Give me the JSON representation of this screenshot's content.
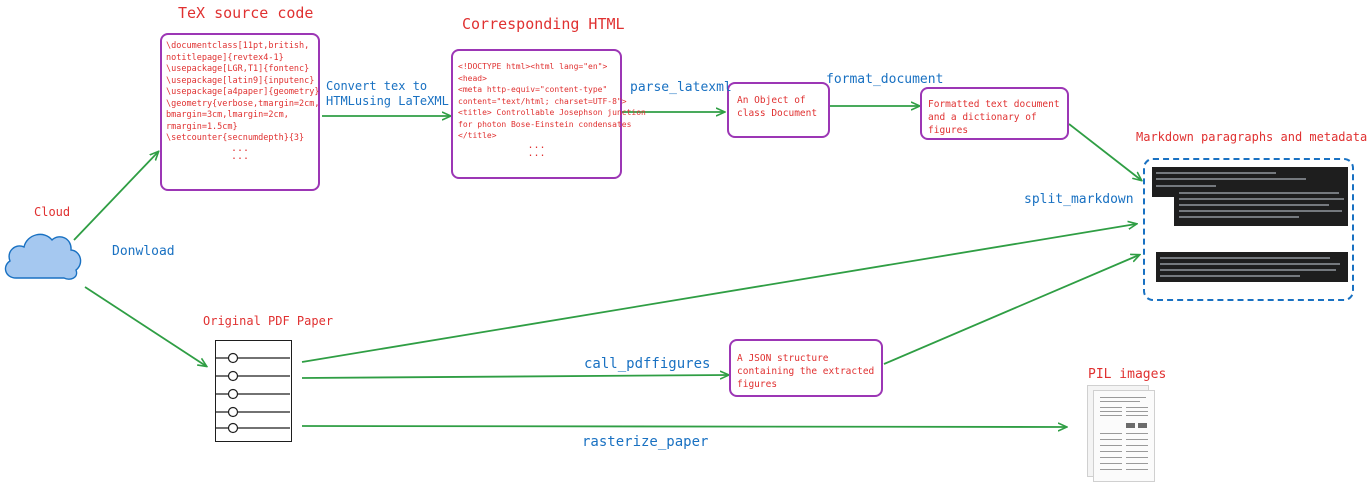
{
  "tex_source": {
    "title": "TeX source code",
    "lines": [
      "\\documentclass[11pt,british,",
      "notitlepage]{revtex4-1}",
      "\\usepackage[LGR,T1]{fontenc}",
      "\\usepackage[latin9]{inputenc}",
      "\\usepackage[a4paper]{geometry}",
      "\\geometry{verbose,tmargin=2cm,",
      "bmargin=3cm,lmargin=2cm,",
      "rmargin=1.5cm}",
      "\\setcounter{secnumdepth}{3}"
    ],
    "ellipsis": "..."
  },
  "html_source": {
    "title": "Corresponding HTML",
    "lines": [
      "<!DOCTYPE html><html lang=\"en\">",
      "<head>",
      "<meta http-equiv=\"content-type\"",
      "content=\"text/html; charset=UTF-8\">",
      "<title> Controllable Josephson junction",
      "for photon Bose-Einstein condensates",
      "</title>"
    ],
    "ellipsis": "..."
  },
  "document_object": {
    "text": "An Object of class Document"
  },
  "formatted_doc": {
    "text": "Formatted text document and a dictionary of figures"
  },
  "markdown": {
    "title": "Markdown paragraphs and metadata"
  },
  "cloud": {
    "label": "Cloud"
  },
  "pdf": {
    "title": "Original PDF Paper"
  },
  "json_struct": {
    "text": "A JSON structure containing the extracted figures"
  },
  "pil": {
    "title": "PIL images"
  },
  "edges": {
    "convert": "Convert tex to\nHTMLusing LaTeXML",
    "parse_latexml": "parse_latexml",
    "format_document": "format_document",
    "split_markdown": "split_markdown",
    "download": "Donwload",
    "call_pdffigures": "call_pdffigures",
    "rasterize_paper": "rasterize_paper"
  },
  "colors": {
    "title_red": "#e03131",
    "label_blue": "#1971c2",
    "box_border": "#9c36b5",
    "arrow_green": "#2f9e44",
    "cloud_fill": "#a5c8f0"
  },
  "icons": {
    "cloud": "cloud-icon",
    "pdf": "document-list-icon",
    "pil": "page-thumbnail-icon"
  }
}
